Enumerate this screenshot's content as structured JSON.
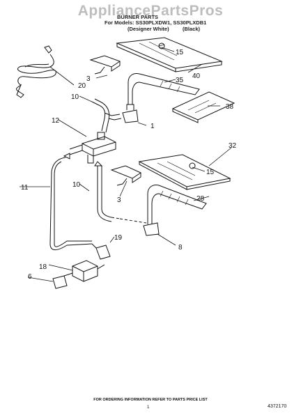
{
  "header": {
    "watermark": "AppliancePartsPros",
    "title": "BURNER PARTS",
    "model_line": "For Models: SS30PLXDW1, SS30PLXDB1",
    "variant_white": "(Designer White)",
    "variant_black": "(Black)"
  },
  "callouts": {
    "p15a": "15",
    "p40": "40",
    "p3a": "3",
    "p35": "35",
    "p20": "20",
    "p10a": "10",
    "p38": "38",
    "p1": "1",
    "p12": "12",
    "p32": "32",
    "p15b": "15",
    "p11": "11",
    "p10b": "10",
    "p3b": "3",
    "p28": "28",
    "p8": "8",
    "p19": "19",
    "p18": "18",
    "p6": "6"
  },
  "footer": {
    "ordering_note": "FOR ORDERING INFORMATION REFER TO PARTS PRICE LIST",
    "page_number": "1",
    "document_id": "4372170"
  },
  "colors": {
    "line": "#111111",
    "watermark": "#bdbdbd"
  }
}
